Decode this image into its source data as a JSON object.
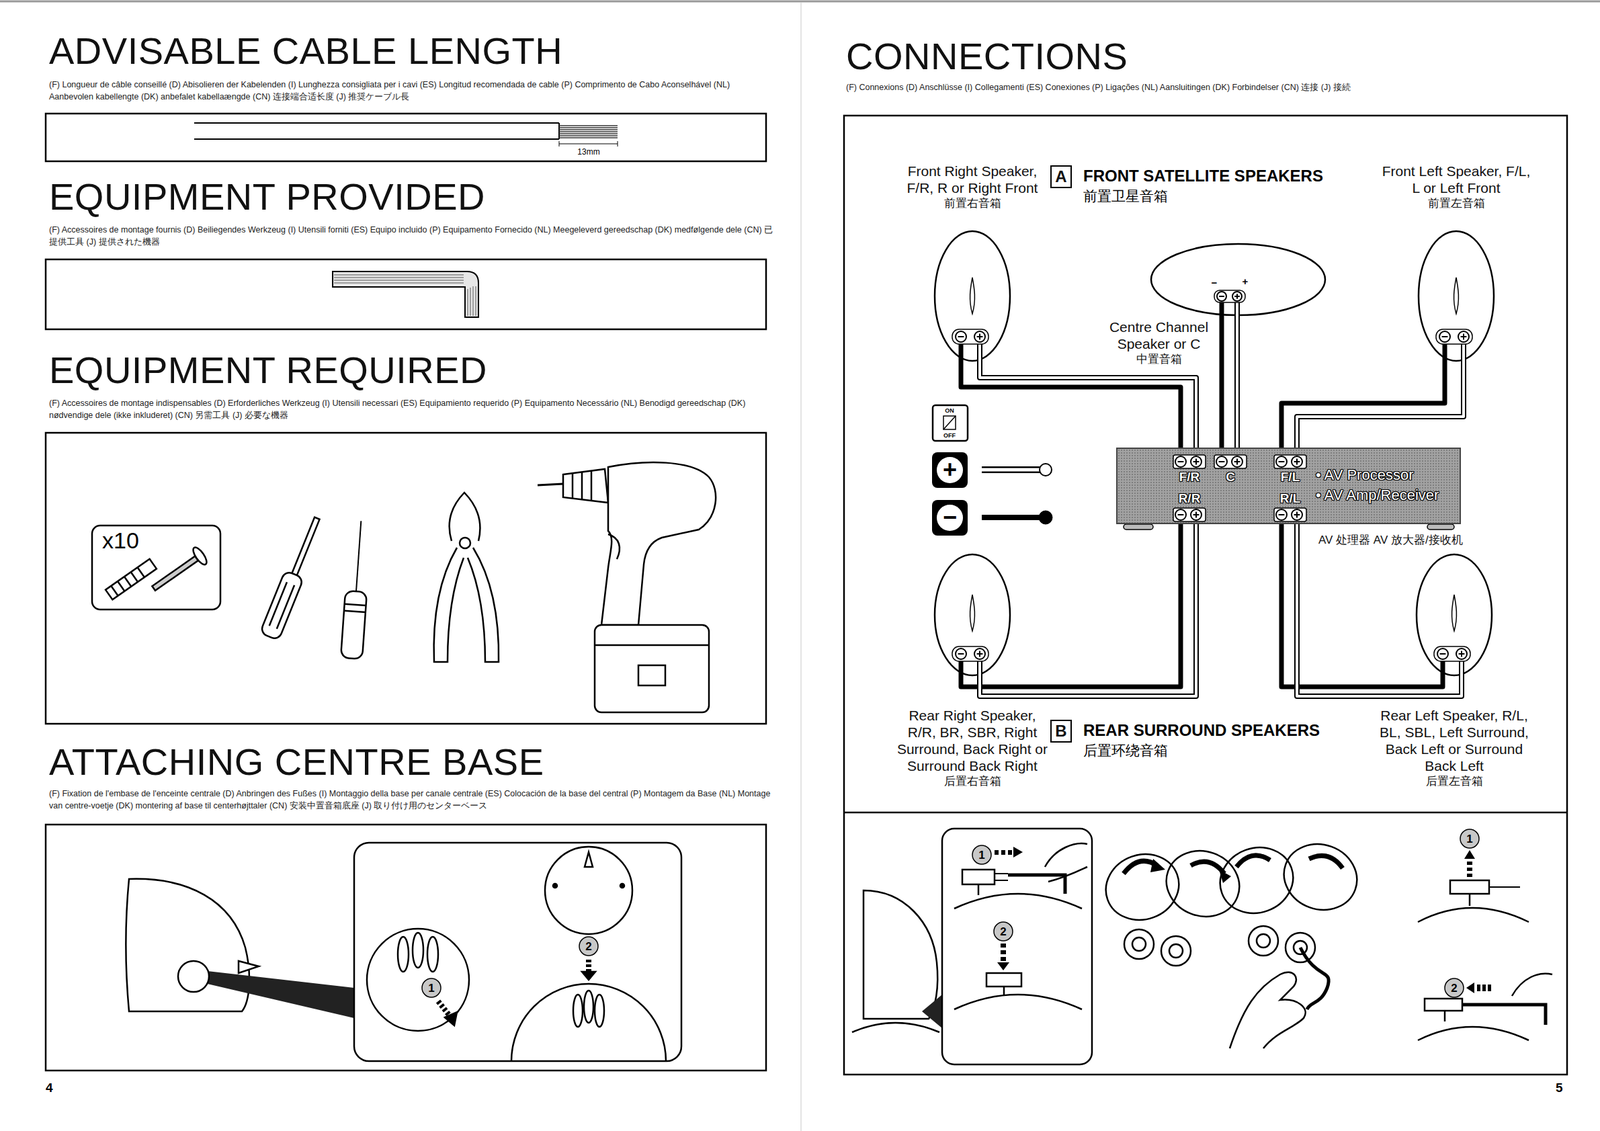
{
  "diagram": {
    "nodes": [
      {
        "text": [
          "Front Right Speaker, F/R, R or Right Front",
          "前置右音箱"
        ]
      },
      {
        "text": [
          "A"
        ]
      },
      {
        "text": [
          "Front Left Speaker, F/L, L or Left Front",
          "前置左音箱"
        ]
      },
      {
        "text": [
          "Centre Channel Speaker or C",
          "中置音箱"
        ]
      },
      {
        "text": [
          "• AV Processor",
          "• AV Amp/Receiver",
          "AV 处理器 AV 放大器/接收机"
        ]
      },
      {
        "text": [
          "F/R"
        ],
        "in": 4
      },
      {
        "text": [
          "C"
        ],
        "in": 4
      },
      {
        "text": [
          "F/L"
        ],
        "in": 4
      },
      {
        "text": [
          "R/R"
        ],
        "in": 4
      },
      {
        "text": [
          "R/L"
        ],
        "in": 4
      },
      {
        "text": [
          "Rear Right Speaker, R/R, BR, SBR, Right Surround, Back Right or Surround Back Right",
          "后置右音箱"
        ]
      },
      {
        "text": [
          "B"
        ]
      },
      {
        "text": [
          "Rear Left Speaker, R/L, BL, SBL, Left Surround, Back Left or Surround Back Left",
          "后置左音箱"
        ]
      }
    ],
    "edges": [
      {
        "from": 0,
        "to": 5,
        "arrow": "none"
      },
      {
        "from": 0,
        "to": 5,
        "arrow": "none"
      },
      {
        "from": 3,
        "to": 6,
        "arrow": "none"
      },
      {
        "from": 3,
        "to": 6,
        "arrow": "none"
      },
      {
        "from": 2,
        "to": 7,
        "arrow": "none"
      },
      {
        "from": 2,
        "to": 7,
        "arrow": "none"
      },
      {
        "from": 10,
        "to": 8,
        "arrow": "none"
      },
      {
        "from": 10,
        "to": 8,
        "arrow": "none"
      },
      {
        "from": 12,
        "to": 9,
        "arrow": "none"
      },
      {
        "from": 12,
        "to": 9,
        "arrow": "none"
      }
    ],
    "labels": [
      "ADVISABLE CABLE LENGTH",
      "(F) Longueur de câble conseillé (D) Abisolieren der Kabelenden (I) Lunghezza consigliata per i cavi (ES) Longitud recomendada de cable (P) Comprimento de Cabo Aconselhável (NL) Aanbevolen kabellengte (DK) anbefalet kabellaængde (CN) 连接端合适长度 (J) 推奨ケーブル長",
      "13mm",
      "EQUIPMENT PROVIDED",
      "(F) Accessoires de montage fournis (D) Beiliegendes Werkzeug (I) Utensili forniti (ES) Equipo incluido (P) Equipamento Fornecido (NL) Meegeleverd gereedschap (DK) medfølgende dele (CN) 已提供工具 (J) 提供された機器",
      "EQUIPMENT REQUIRED",
      "(F) Accessoires de montage indispensables (D) Erforderliches Werkzeug (I) Utensili necessari (ES) Equipamiento requerido (P) Equipamento Necessário (NL) Benodigd gereedschap (DK) nødvendige dele (ikke inkluderet) (CN) 另需工具 (J) 必要な機器",
      "x10",
      "ATTACHING CENTRE BASE",
      "(F) Fixation de l'embase de l'enceinte centrale (D) Anbringen des Fußes (I) Montaggio della base per canale centrale (ES) Colocación de la base del central (P) Montagem da Base (NL) Montage van centre-voetje (DK) montering af base til centerhøjttaler (CN) 安装中置音箱底座 (J) 取り付け用のセンターベース",
      "1",
      "2",
      "4",
      "CONNECTIONS",
      "(F) Connexions (D) Anschlüsse (I) Collegamenti (ES) Conexiones (P) Ligações (NL) Aansluitingen (DK) Forbindelser (CN) 连接 (J) 接続",
      "FRONT SATELLITE SPEAKERS",
      "前置卫星音箱",
      "−",
      "+",
      "ON",
      "OFF",
      "REAR SURROUND SPEAKERS",
      "后置环绕音箱",
      "1",
      "2",
      "1",
      "2",
      "5"
    ],
    "legend": [
      {
        "text": "+"
      },
      {
        "text": "−"
      }
    ]
  }
}
